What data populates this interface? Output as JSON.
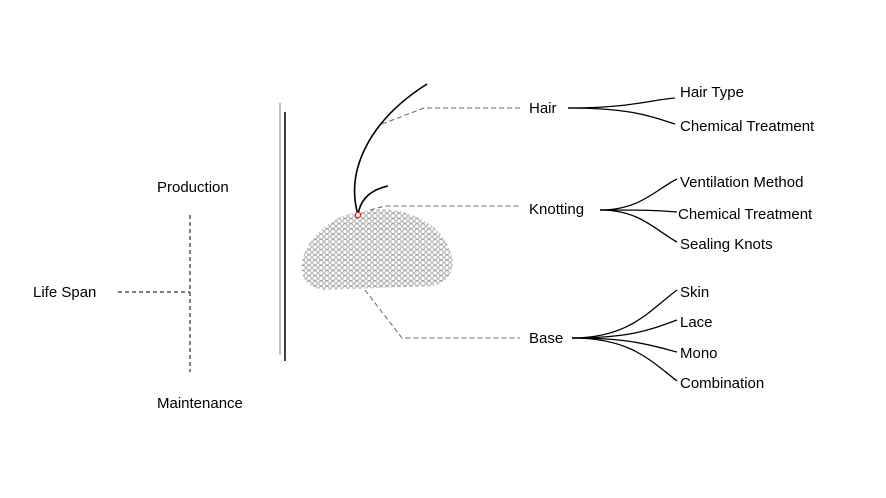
{
  "left": {
    "life_span": "Life Span",
    "production": "Production",
    "maintenance": "Maintenance"
  },
  "components": [
    {
      "label": "Hair",
      "children": [
        "Hair Type",
        "Chemical Treatment"
      ]
    },
    {
      "label": "Knotting",
      "children": [
        "Ventilation Method",
        "Chemical Treatment",
        "Sealing Knots"
      ]
    },
    {
      "label": "Base",
      "children": [
        "Skin",
        "Lace",
        "Mono",
        "Combination"
      ]
    }
  ],
  "colors": {
    "knot_marker": "#e02020",
    "mesh": "#999999",
    "dash": "#666666"
  }
}
